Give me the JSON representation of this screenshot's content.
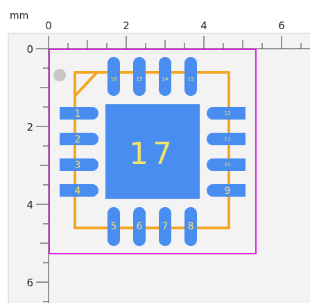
{
  "ruler": {
    "unit_label": "mm",
    "x_ticks": [
      "0",
      "2",
      "4",
      "6"
    ],
    "y_ticks": [
      "0",
      "2",
      "4",
      "6"
    ]
  },
  "footprint": {
    "thermal_pad_label": "17",
    "pins": {
      "left": [
        "1",
        "2",
        "3",
        "4"
      ],
      "bottom": [
        "5",
        "6",
        "7",
        "8"
      ],
      "right": [
        "9",
        "10",
        "11",
        "12"
      ],
      "top": [
        "13",
        "14",
        "15",
        "16"
      ]
    }
  },
  "colors": {
    "canvas": "#f3f3f3",
    "ruler_bg": "#ffffff",
    "courtyard": "#e020e0",
    "silkscreen": "#f4a623",
    "pad": "#4a8df0",
    "pad_label": "#f2e46a",
    "pin1_marker": "#c8c8c8",
    "ruler_line": "#333333"
  }
}
